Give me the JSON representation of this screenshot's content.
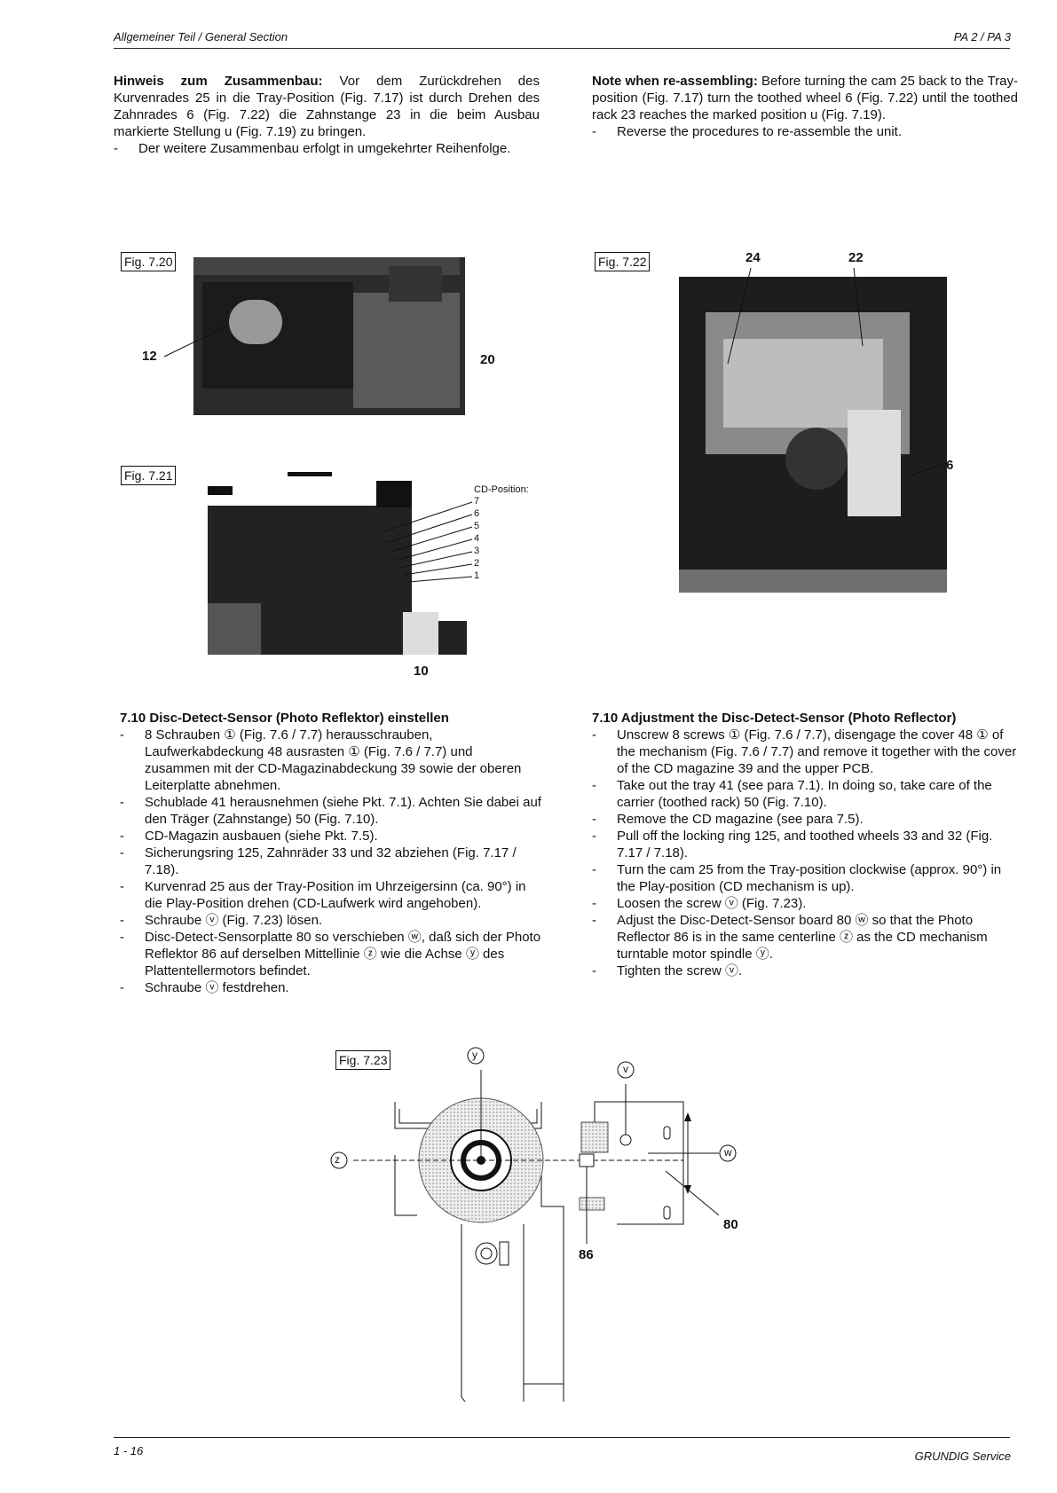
{
  "header": {
    "left": "Allgemeiner Teil / General Section",
    "right": "PA 2 / PA 3"
  },
  "de_top": {
    "label": "Hinweis zum Zusammenbau:",
    "text": " Vor dem Zurückdrehen des Kurvenrades 25 in die Tray-Position (Fig. 7.17) ist durch Drehen des Zahnrades 6 (Fig. 7.22) die Zahnstange 23 in die beim Ausbau markierte Stellung u (Fig. 7.19) zu bringen.",
    "item": "Der weitere Zusammenbau erfolgt in umgekehrter Reihenfolge."
  },
  "en_top": {
    "label": "Note when re-assembling:",
    "text": " Before turning the cam 25 back to the Tray-position (Fig. 7.17) turn the toothed wheel 6 (Fig. 7.22) until the toothed rack 23 reaches the marked position u (Fig. 7.19).",
    "item": "Reverse the procedures to re-assemble the unit."
  },
  "figures": {
    "f720": {
      "label": "Fig. 7.20",
      "c12": "12",
      "c20": "20"
    },
    "f721": {
      "label": "Fig. 7.21",
      "cdpos": "CD-Position:",
      "positions": [
        "7",
        "6",
        "5",
        "4",
        "3",
        "2",
        "1"
      ],
      "c10": "10"
    },
    "f722": {
      "label": "Fig. 7.22",
      "c24": "24",
      "c22": "22",
      "c6": "6"
    },
    "f723": {
      "label": "Fig. 7.23",
      "y": "y",
      "v": "v",
      "w": "w",
      "z": "z",
      "c80": "80",
      "c86": "86"
    }
  },
  "de_section": {
    "title": "7.10 Disc-Detect-Sensor (Photo Reflektor) einstellen",
    "items": [
      "8 Schrauben ① (Fig. 7.6 / 7.7) herausschrauben, Laufwerkabdeckung 48 ausrasten ① (Fig. 7.6 / 7.7) und zusammen mit der CD-Magazinabdeckung 39 sowie der oberen Leiterplatte abnehmen.",
      "Schublade 41 herausnehmen (siehe Pkt. 7.1). Achten Sie dabei auf den Träger (Zahnstange) 50 (Fig. 7.10).",
      "CD-Magazin ausbauen (siehe Pkt. 7.5).",
      "Sicherungsring 125, Zahnräder 33 und 32 abziehen (Fig. 7.17 / 7.18).",
      "Kurvenrad 25 aus der Tray-Position im Uhrzeigersinn (ca. 90°) in die Play-Position drehen (CD-Laufwerk wird angehoben).",
      "Schraube ⓥ (Fig. 7.23) lösen.",
      "Disc-Detect-Sensorplatte 80 so verschieben ⓦ, daß sich der Photo Reflektor 86 auf derselben Mittellinie ⓩ wie die Achse ⓨ des Plattentellermotors befindet.",
      "Schraube ⓥ festdrehen."
    ]
  },
  "en_section": {
    "title": "7.10 Adjustment the Disc-Detect-Sensor (Photo Reflector)",
    "items": [
      "Unscrew 8 screws ① (Fig. 7.6 / 7.7), disengage the cover 48 ① of the mechanism (Fig. 7.6 / 7.7) and remove it together with the cover of the CD magazine 39 and the upper PCB.",
      "Take out the tray 41 (see para 7.1). In doing so, take care of the carrier (toothed rack) 50 (Fig. 7.10).",
      "Remove the CD magazine (see para 7.5).",
      "Pull off the locking ring 125, and toothed wheels 33 and 32 (Fig. 7.17 / 7.18).",
      "Turn the cam 25 from the Tray-position clockwise (approx. 90°) in the Play-position (CD mechanism is up).",
      "Loosen the screw ⓥ (Fig. 7.23).",
      "Adjust the Disc-Detect-Sensor board 80 ⓦ so that the Photo Reflector 86 is in the same centerline ⓩ as the CD mechanism turntable motor spindle ⓨ.",
      "Tighten the screw ⓥ."
    ]
  },
  "footer": {
    "left": "1 - 16",
    "right": "GRUNDIG Service"
  }
}
